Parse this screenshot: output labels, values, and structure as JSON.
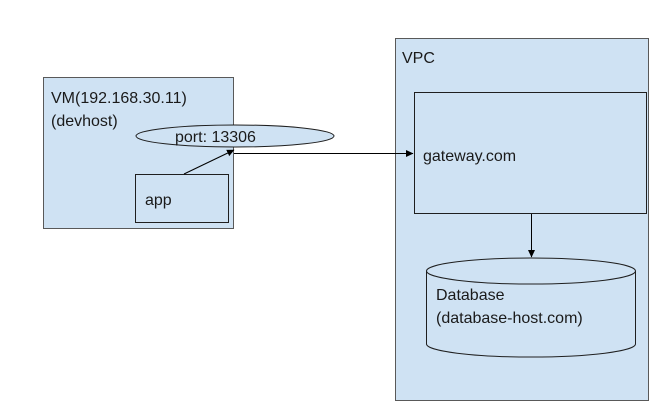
{
  "vm": {
    "title_line1": "VM(192.168.30.11)",
    "title_line2": "(devhost)",
    "port_label": "port: 13306",
    "app_label": "app"
  },
  "vpc": {
    "title": "VPC",
    "gateway_label": "gateway.com",
    "database_line1": "Database",
    "database_line2": "(database-host.com)"
  },
  "colors": {
    "box_fill": "#cfe2f3",
    "box_stroke": "#595959",
    "line": "#000000"
  }
}
